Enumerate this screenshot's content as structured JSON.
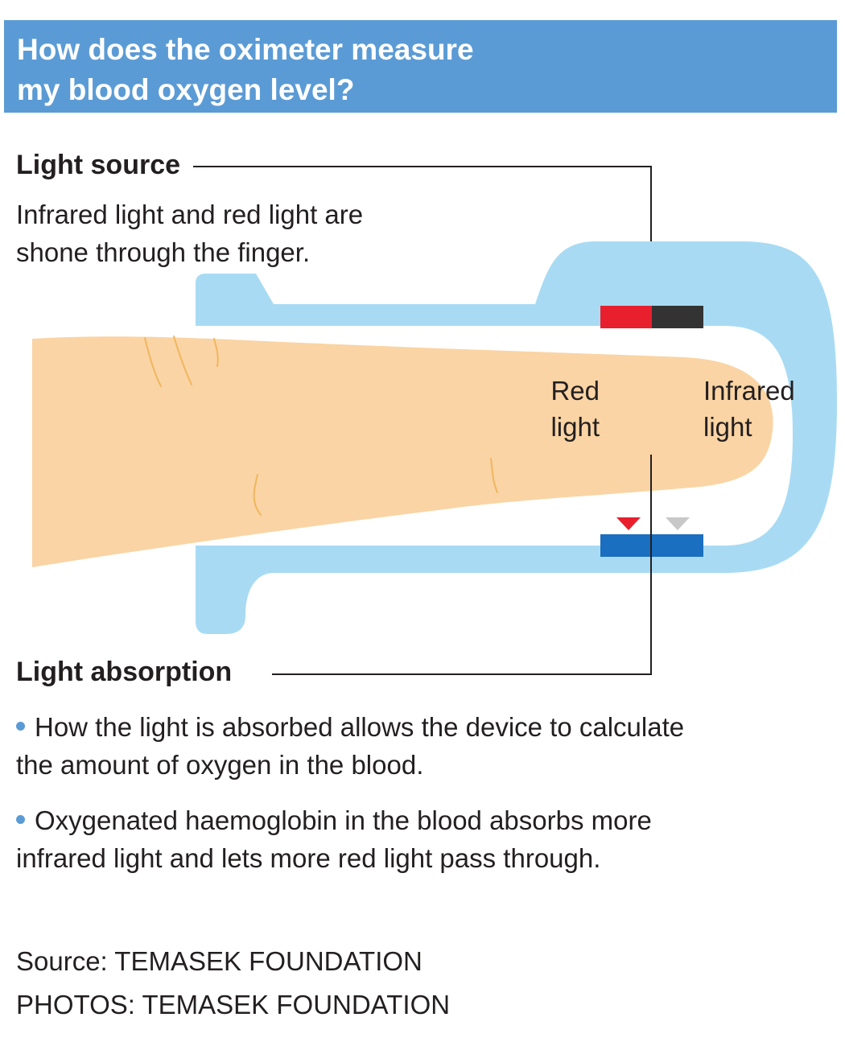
{
  "header": {
    "line1": "How does the oximeter measure",
    "line2": "my blood oxygen level?"
  },
  "light_source": {
    "heading": "Light source",
    "line1": "Infrared light and red light are",
    "line2": "shone through the finger."
  },
  "diagram": {
    "red_label_line1": "Red",
    "red_label_line2": "light",
    "infrared_label_line1": "Infrared",
    "infrared_label_line2": "light"
  },
  "light_absorption": {
    "heading": "Light absorption",
    "bullets": [
      {
        "line1": "How the light is absorbed allows the device to calculate",
        "line2": "the amount of oxygen in the blood."
      },
      {
        "line1": "Oxygenated haemoglobin in the blood absorbs more",
        "line2": "infrared light and lets more red light pass through."
      }
    ]
  },
  "credits": {
    "source": "Source: TEMASEK FOUNDATION",
    "photos": "PHOTOS: TEMASEK FOUNDATION"
  },
  "colors": {
    "header_bg": "#5b9bd5",
    "clip": "#a8dbf3",
    "finger": "#fad4a4",
    "red_light": "#e8202e",
    "infrared_light": "#333333",
    "detector": "#1a6fc0",
    "bullet": "#5b9bd5"
  }
}
